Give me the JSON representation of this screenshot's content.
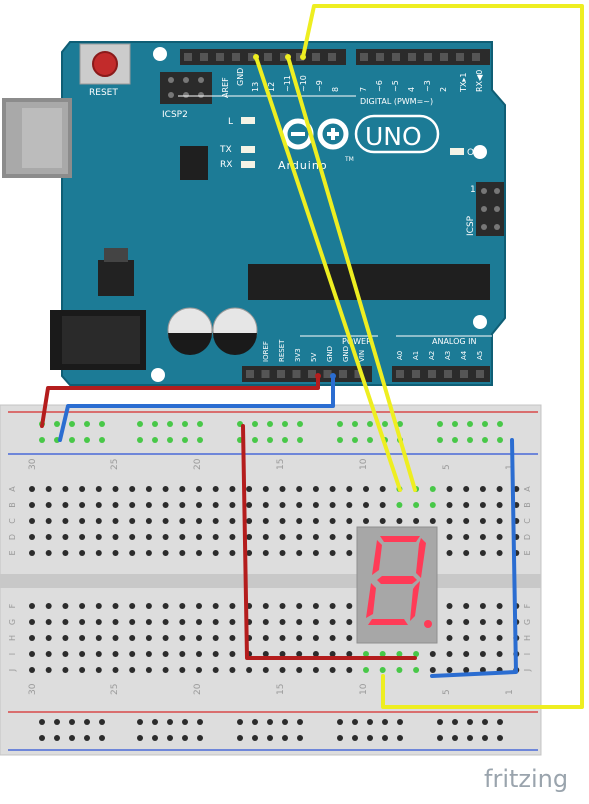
{
  "board": {
    "reset_label": "RESET",
    "icsp2_label": "ICSP2",
    "aref_label": "AREF",
    "gnd_label": "GND",
    "digital_pin_labels": [
      "13",
      "12",
      "~11",
      "~10",
      "~9",
      "8",
      "7",
      "~6",
      "~5",
      "4",
      "~3",
      "2",
      "TX▸1",
      "RX◀0"
    ],
    "digital_label": "DIGITAL (PWM=~)",
    "led_l_label": "L",
    "tx_label": "TX",
    "rx_label": "RX",
    "on_label": "ON",
    "uno_label": "UNO",
    "brand_label": "Arduino",
    "tm_label": "TM",
    "icsp_label": "ICSP",
    "icsp_pin1_label": "1",
    "power_label": "POWER",
    "analog_label": "ANALOG IN",
    "power_pin_labels": [
      "IOREF",
      "RESET",
      "3V3",
      "5V",
      "GND",
      "GND",
      "VIN"
    ],
    "analog_pin_labels": [
      "A0",
      "A1",
      "A2",
      "A3",
      "A4",
      "A5"
    ]
  },
  "breadboard": {
    "column_numbers_top": [
      "30",
      "25",
      "20",
      "15",
      "10",
      "5",
      "1"
    ],
    "column_numbers_bottom": [
      "30",
      "25",
      "20",
      "15",
      "10",
      "5",
      "1"
    ],
    "row_letters_top": [
      "A",
      "B",
      "C",
      "D",
      "E"
    ],
    "row_letters_bottom": [
      "F",
      "G",
      "H",
      "I",
      "J"
    ]
  },
  "display": {
    "digit": "8"
  },
  "watermark": "fritzing",
  "colors": {
    "board": "#1c7b96",
    "board_edge": "#0f5e75",
    "wire_red": "#b41d1d",
    "wire_blue": "#2b6dd1",
    "wire_yellow": "#eeee21",
    "segment": "#ff3b57",
    "display_body": "#a7a7a7",
    "breadboard": "#dddddd",
    "rail_red": "#d84a4a",
    "rail_blue": "#4a6ad8",
    "hole_green": "#48c848"
  }
}
